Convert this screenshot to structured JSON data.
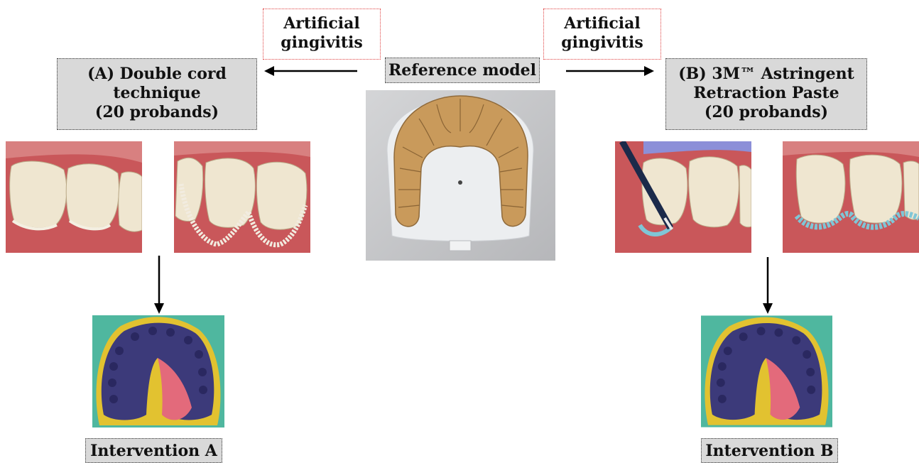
{
  "labels": {
    "artificial_left": [
      "Artificial",
      "gingivitis"
    ],
    "artificial_right": [
      "Artificial",
      "gingivitis"
    ],
    "reference": "Reference model",
    "group_a": [
      "(A) Double cord",
      "technique",
      "(20 probands)"
    ],
    "group_b": [
      "(B) 3M™ Astringent",
      "Retraction Paste",
      "(20 probands)"
    ],
    "intervention_a": "Intervention A",
    "intervention_b": "Intervention B"
  },
  "colors": {
    "box_fill": "#d9d9d9",
    "highlight_border": "#e04040",
    "gum": "#c9575a",
    "tooth": "#efe6d0",
    "model_stone": "#c99a5b",
    "impression_blue": "#3c3a7a",
    "impression_pink": "#e36a7b",
    "impression_tray": "#e2c230",
    "impression_bg": "#4fb79f",
    "cord": "#f2ece0",
    "paste": "#7fc6d6"
  }
}
